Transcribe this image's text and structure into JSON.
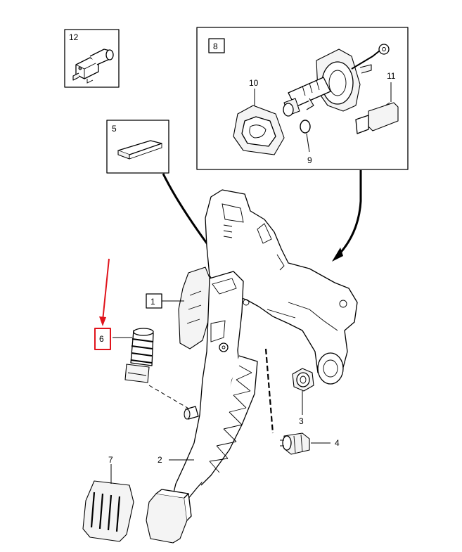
{
  "callouts": {
    "c1": "1",
    "c2": "2",
    "c3": "3",
    "c4": "4",
    "c5": "5",
    "c6": "6",
    "c7": "7",
    "c8": "8",
    "c9": "9",
    "c10": "10",
    "c11": "11",
    "c12": "12"
  },
  "colors": {
    "highlight": "#e0141c",
    "line": "#000000"
  }
}
